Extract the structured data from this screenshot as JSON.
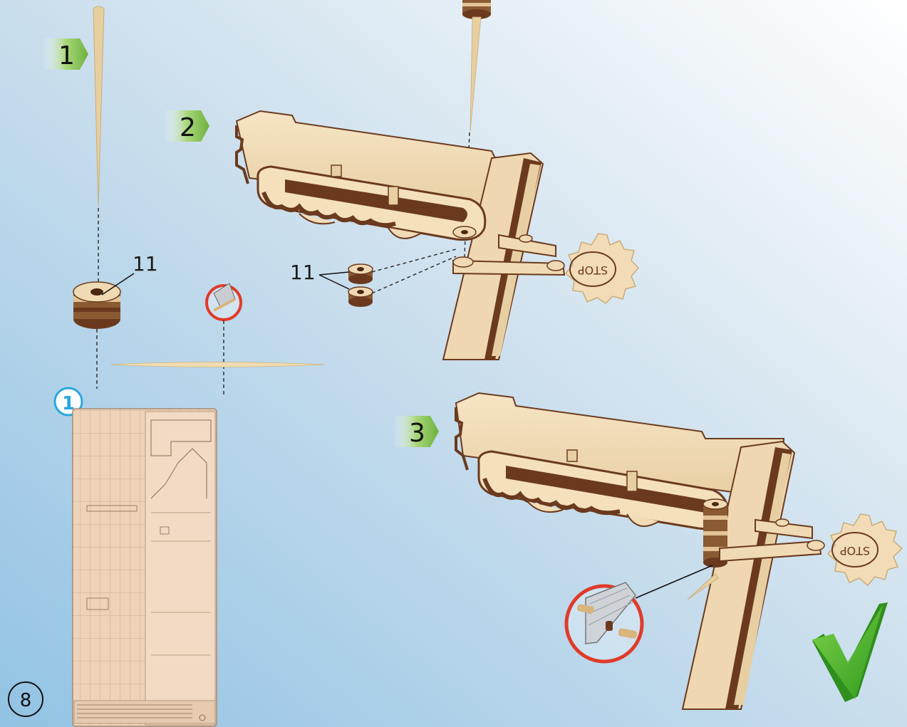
{
  "steps": [
    {
      "number": "1"
    },
    {
      "number": "2"
    },
    {
      "number": "3"
    }
  ],
  "part_labels": {
    "step1": "11",
    "step2": "11"
  },
  "sheet_badge": "1",
  "page_number": "8",
  "gear_stamp": "STOP",
  "colors": {
    "background_top": "#d9e6f0",
    "background_bottom": "#9fc8e6",
    "step_arrow": "#7ab84a",
    "wood_light": "#f2dcb7",
    "wood_dark": "#6b3a1e",
    "warning_ring": "#e03b2a",
    "badge_blue": "#2aa7e0",
    "check_green": "#4caf2a"
  },
  "icons": [
    "blade-cut-icon",
    "checkmark-icon"
  ]
}
